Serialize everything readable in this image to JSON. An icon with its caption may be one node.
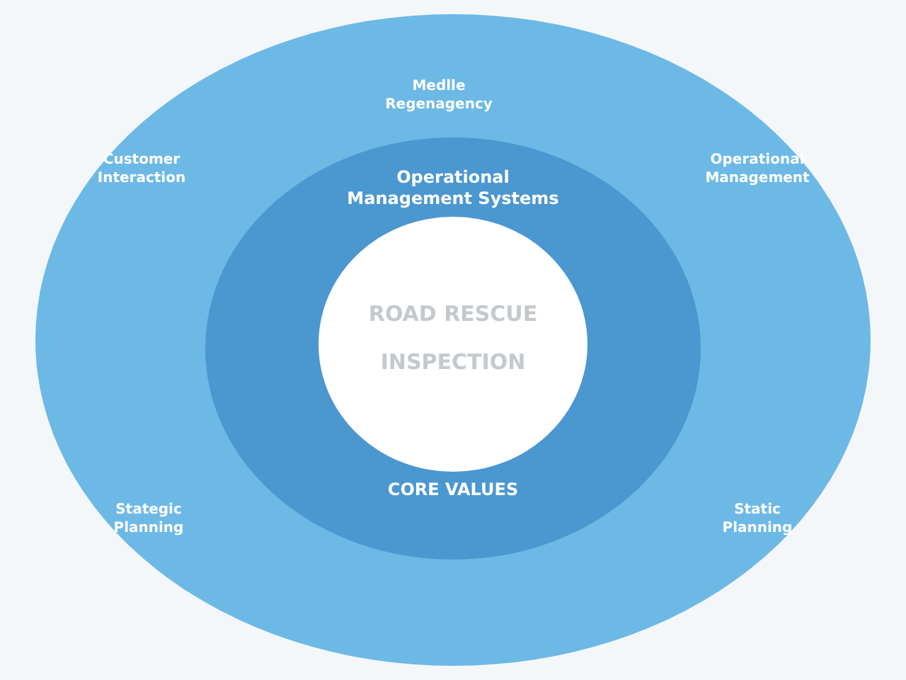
{
  "diagram": {
    "nodes": [
      {
        "text": [
          "Medlle Regenagency",
          "Customer Interaction",
          "Operational Management",
          "Stategic Planning",
          "Static Planning"
        ]
      },
      {
        "text": [
          "Operational Management Systems",
          "CORE VALUES"
        ],
        "in": 0
      },
      {
        "text": [
          "ROAD RESCUE",
          "INSPECTION"
        ],
        "in": 1
      }
    ]
  }
}
